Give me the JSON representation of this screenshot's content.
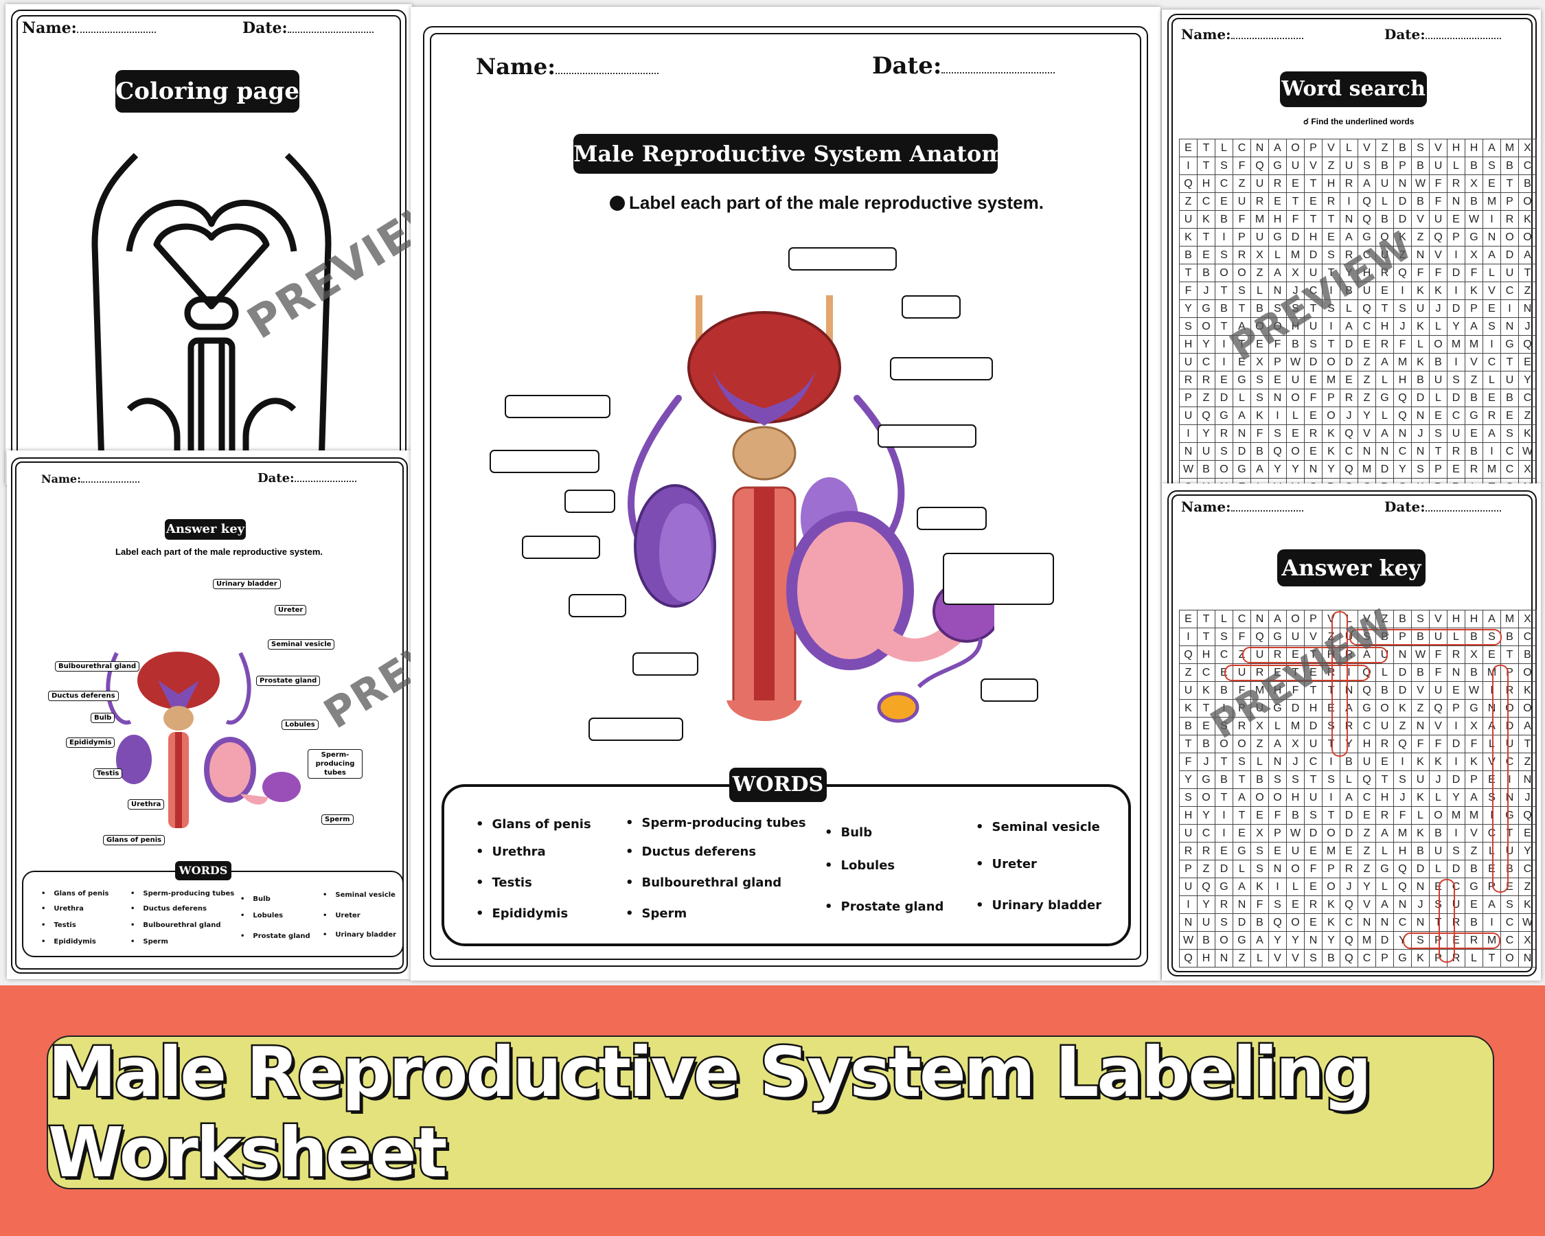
{
  "main_title": "Male Reproductive System Labeling Worksheet",
  "watermark": "PREVIEW",
  "header": {
    "name_label": "Name:",
    "date_label": "Date:"
  },
  "coloring_page": {
    "title": "Coloring page"
  },
  "main_worksheet": {
    "title": "Male Reproductive System Anatomy",
    "instruction": "Label each part of the male reproductive system.",
    "words_title": "WORDS",
    "words": [
      "Glans of penis",
      "Urethra",
      "Testis",
      "Epididymis",
      "Sperm-producing tubes",
      "Ductus deferens",
      "Bulbourethral gland",
      "Sperm",
      "Bulb",
      "Lobules",
      "Prostate gland",
      "Seminal vesicle",
      "Ureter",
      "Urinary bladder"
    ]
  },
  "answer_key_small": {
    "title": "Answer key",
    "instruction": "Label each part of the male reproductive system.",
    "labels": [
      "Urinary bladder",
      "Ureter",
      "Seminal vesicle",
      "Bulbourethral gland",
      "Prostate gland",
      "Ductus deferens",
      "Bulb",
      "Lobules",
      "Epididymis",
      "Sperm-producing tubes",
      "Testis",
      "Urethra",
      "Sperm",
      "Glans of penis"
    ],
    "words_title": "WORDS"
  },
  "word_search": {
    "title": "Word search",
    "subtitle": "Find the underlined words",
    "rows": [
      "ETLCNAOPVLVZBSVHHAMX",
      "ITSFQGUVZUSBPBULBSBC",
      "QHCZURETHRAUNWFRXETB",
      "ZCEURETERIQLDBFNBMPO",
      "UKBFMHFTTNQBDVUEWIRK",
      "KTIPUGDHEAGOKZQPGNOO",
      "BESRXLMDSRCUZNVIXADA",
      "TBOOZAXUTYHRQFFDFLUT",
      "FJTSLNJCIBUEIKKIKVCZ",
      "YGBTBSSTSLQTSUJDPEIN",
      "SOTAOOHUIACHJKLYASNJ",
      "HYITEFBSTDERFLOMMIGQ",
      "UCIEXPWDODZAMKBIVCTE",
      "RREGSEUEMEZLHBUSZLUY",
      "PZDLSNOFPRZGQDLDBEBC",
      "UQGAKILEOJYLQNECGREZ",
      "IYRNFSERKQVANJSUEASK",
      "NUSDBQOEKCNNCNTRBICW",
      "WBOGAYYNYQMDYSPERMCX",
      "QHNZLVVSBQCPGKPRLTON"
    ]
  },
  "answer_key_ws": {
    "title": "Answer key"
  }
}
